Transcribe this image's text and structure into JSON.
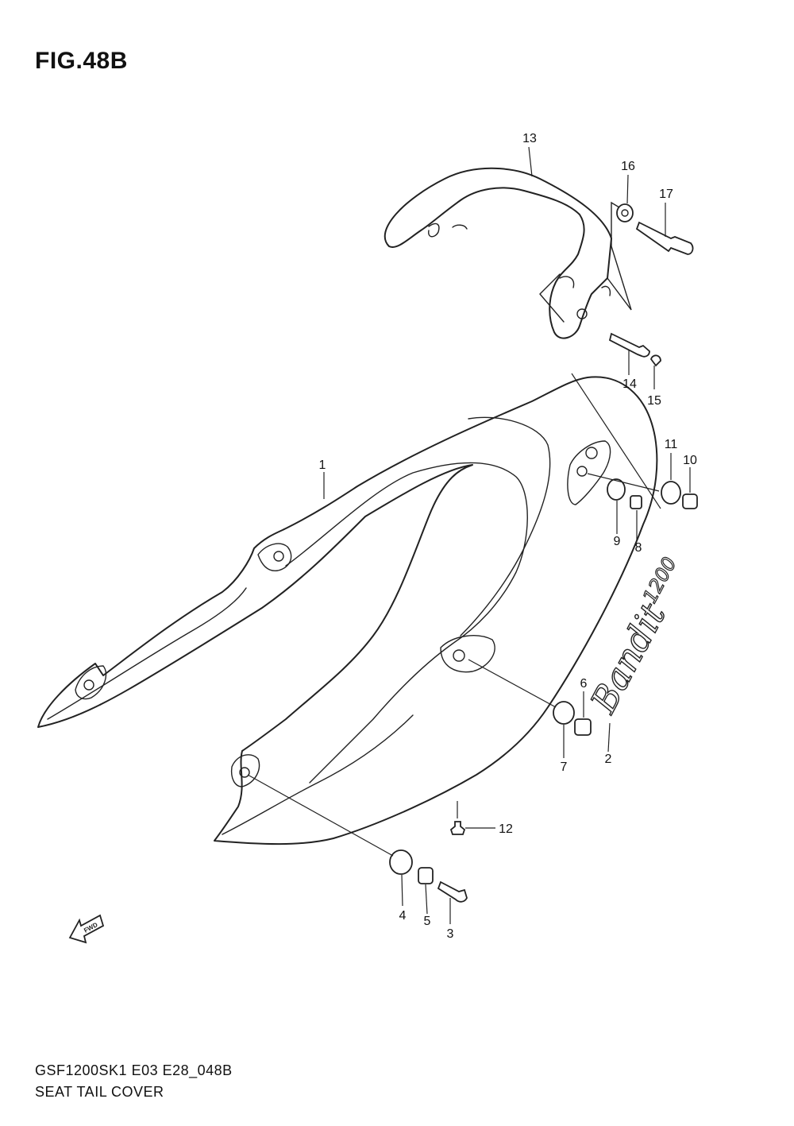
{
  "figure": {
    "title": "FIG.48B",
    "code": "GSF1200SK1 E03 E28_048B",
    "name": "SEAT TAIL COVER"
  },
  "decal": {
    "logo_text": "Bandit",
    "logo_number": "1200"
  },
  "fwd_label": "FWD",
  "callouts": [
    "1",
    "2",
    "3",
    "4",
    "5",
    "6",
    "7",
    "8",
    "9",
    "10",
    "11",
    "12",
    "13",
    "14",
    "15",
    "16",
    "17"
  ]
}
